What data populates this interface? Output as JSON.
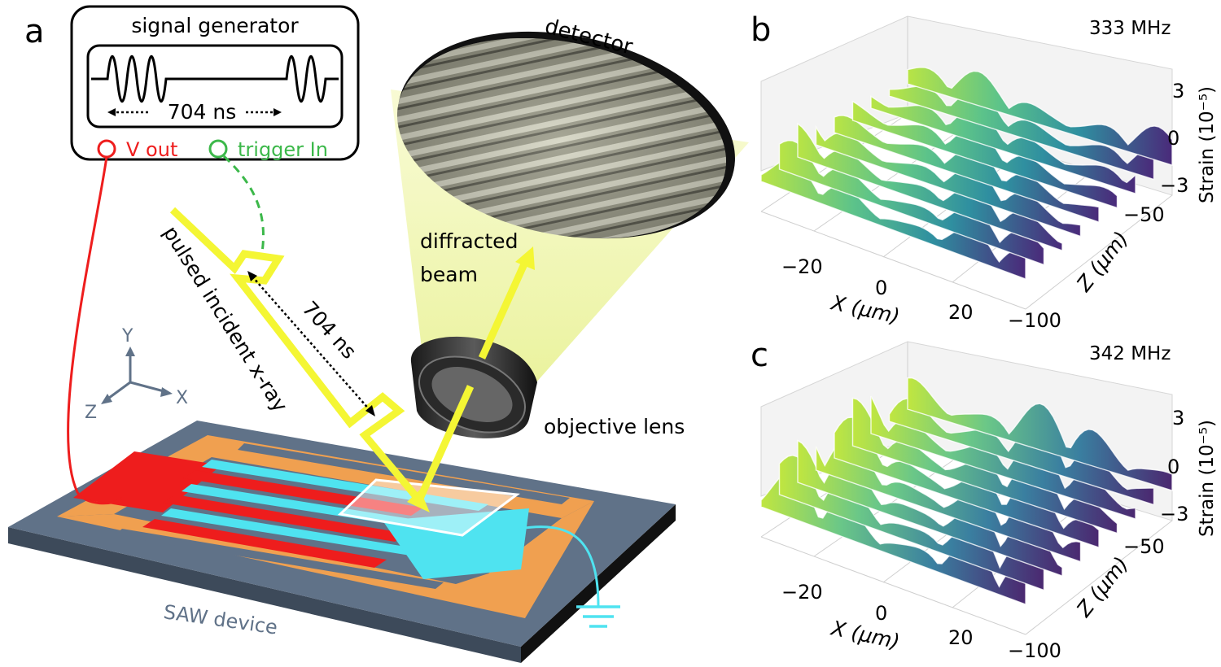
{
  "panel_a": {
    "letter": "a",
    "signal_generator": {
      "title": "signal generator",
      "pulse_spacing": "704 ns",
      "v_out": "V out",
      "trigger_in": "trigger In"
    },
    "xray_label": "pulsed incident x-ray",
    "delay_label": "704 ns",
    "diffracted_beam": [
      "diffracted",
      "beam"
    ],
    "detector": "detector",
    "objective_lens": "objective lens",
    "device": "SAW device",
    "axes": {
      "y": "Y",
      "x": "X",
      "z": "Z"
    },
    "colors": {
      "xray": "#f4f634",
      "v_out": "#ee1d1d",
      "trigger": "#3cb84a",
      "ground": "#4fe3f0",
      "electrode_orange": "#f0a050",
      "substrate": "#607288"
    }
  },
  "panel_b": {
    "letter": "b",
    "freq": "333 MHz",
    "zlabel": "Strain (10⁻⁵)",
    "xlabel": "X (μm)",
    "ylabel": "Z (μm)",
    "xticks": [
      "−20",
      "0",
      "20"
    ],
    "yticks": [
      "−50",
      "−100"
    ],
    "zticks": [
      "3",
      "0",
      "−3"
    ]
  },
  "panel_c": {
    "letter": "c",
    "freq": "342 MHz",
    "zlabel": "Strain (10⁻⁵)",
    "xlabel": "X (μm)",
    "ylabel": "Z (μm)",
    "xticks": [
      "−20",
      "0",
      "20"
    ],
    "yticks": [
      "−50",
      "−100"
    ],
    "zticks": [
      "3",
      "0",
      "−3"
    ]
  }
}
